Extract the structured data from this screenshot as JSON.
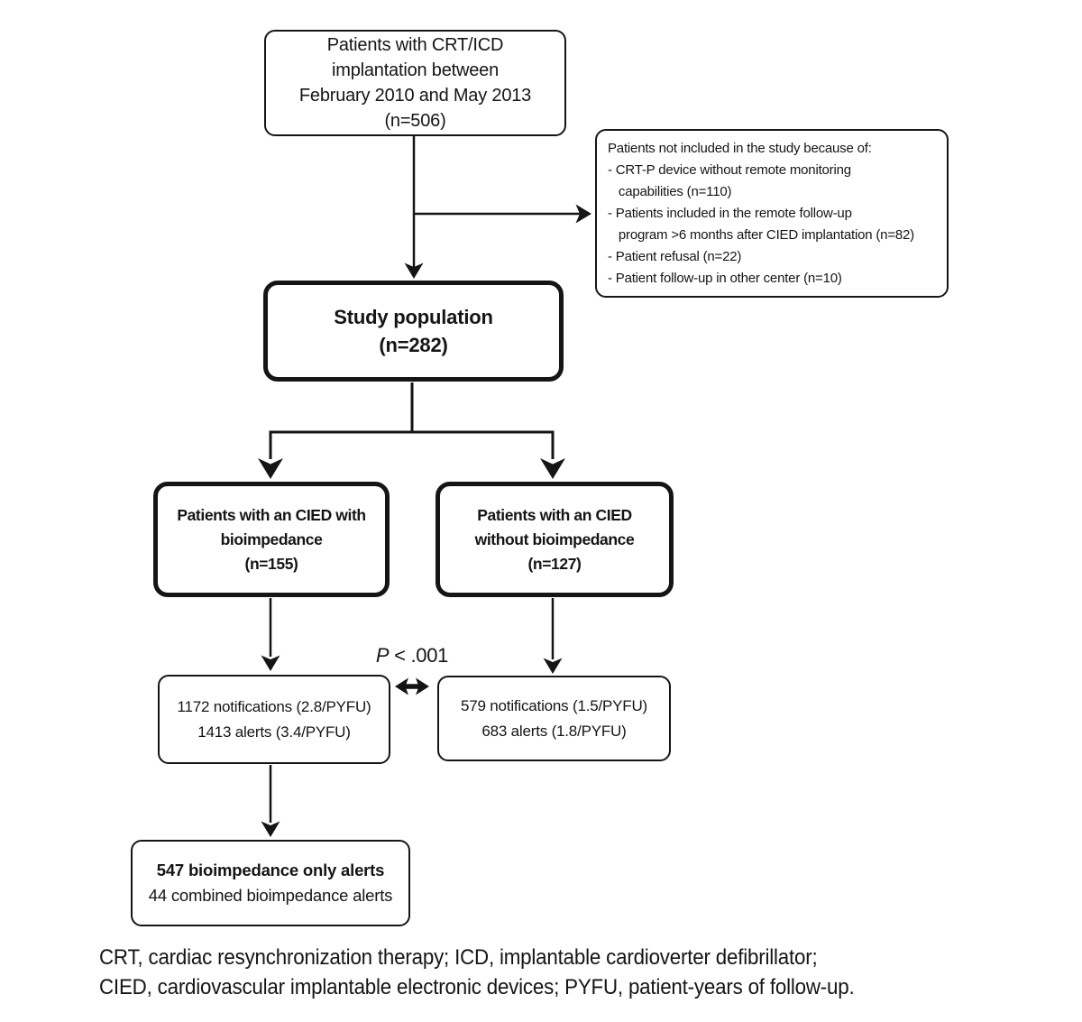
{
  "diagram": {
    "boxes": {
      "enrollment": {
        "text": "Patients with CRT/ICD\nimplantation between\nFebruary 2010 and May 2013\n(n=506)"
      },
      "exclusion": {
        "text": "Patients not included in the study because of:\n- CRT-P device without remote monitoring\n   capabilities (n=110)\n- Patients included in the remote follow-up\n   program >6 months after CIED implantation (n=82)\n- Patient refusal (n=22)\n- Patient follow-up in other center (n=10)"
      },
      "study_population": {
        "text": "Study population\n(n=282)"
      },
      "cied_with_bioimpedance": {
        "text": "Patients with an CIED with\nbioimpedance\n(n=155)"
      },
      "cied_without_bioimpedance": {
        "text": "Patients with an CIED\nwithout bioimpedance\n(n=127)"
      },
      "notifications_with": {
        "text": "1172 notifications (2.8/PYFU)\n1413 alerts (3.4/PYFU)"
      },
      "notifications_without": {
        "text": "579 notifications (1.5/PYFU)\n683 alerts (1.8/PYFU)"
      },
      "bioimpedance_alerts": {
        "line1": "547 bioimpedance only alerts",
        "line2": "44 combined bioimpedance alerts"
      }
    },
    "p_value": {
      "symbol": "P",
      "comparison": " < .001"
    },
    "caption": "CRT, cardiac resynchronization therapy; ICD, implantable cardioverter defibrillator;\nCIED, cardiovascular implantable electronic devices; PYFU, patient-years of follow-up.",
    "colors": {
      "line": "#151515",
      "background": "#ffffff",
      "text": "#151515"
    }
  }
}
